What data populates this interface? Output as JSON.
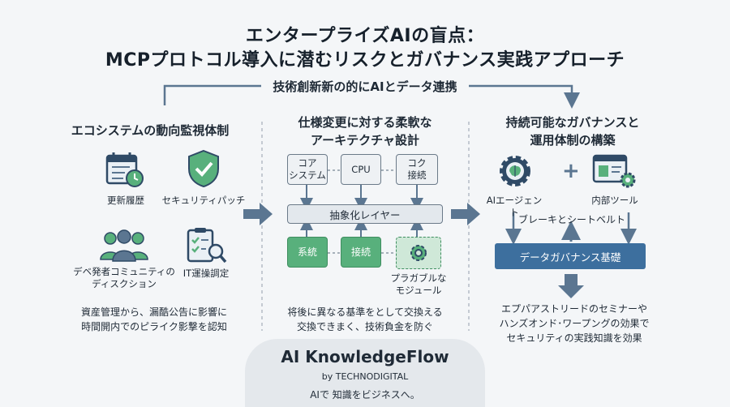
{
  "header": {
    "title_line1": "エンタープライズAIの盲点：",
    "title_line2": "MCPプロトコル導入に潜むリスクとガバナンス実践アプローチ",
    "flow_label": "技術創新新の的にAIとデータ連携"
  },
  "left": {
    "title": "エコシステムの動向監視体制",
    "icons": [
      {
        "label": "更新履歴",
        "icon": "calendar-clock-icon"
      },
      {
        "label": "セキュリティパッチ",
        "icon": "shield-check-icon"
      },
      {
        "label": "デベ発者コミュニティのディスクション",
        "icon": "community-icon"
      },
      {
        "label": "IT運操調定",
        "icon": "checklist-magnifier-icon"
      }
    ],
    "desc_line1": "資産管理から、漏酷公告に影響に",
    "desc_line2": "時間開内でのピライク影撃を認知"
  },
  "middle": {
    "title_line1": "仕様変更に対する柔軟な",
    "title_line2": "アーキテクチャ設計",
    "top_boxes": [
      "コア\nシステム",
      "CPU",
      "コク\n接続"
    ],
    "layer": "抽象化レイヤー",
    "bottom_boxes": [
      "系統",
      "接続"
    ],
    "plugin_label": "プラガブルな\nモジュール",
    "desc_line1": "将後に異なる基準をとして交換える",
    "desc_line2": "交換できまく、技術負金を防ぐ"
  },
  "right": {
    "title_line1": "持続可能なガバナンスと",
    "title_line2": "運用体制の構築",
    "agent_label": "AIエージェント",
    "tool_label": "内部ツール",
    "brake_label": "ブレーキとシートベルト",
    "foundation": "データガバナンス基礎",
    "desc_line1": "エプパアストリードのセミナーや",
    "desc_line2": "ハンズオンド･ワープングの効果で",
    "desc_line3": "セキュリティの実践知識を効果"
  },
  "brand": {
    "name": "AI KnowledgeFlow",
    "by": "by TECHNODIGITAL",
    "tagline": "AIで 知識をビジネスへ。"
  },
  "colors": {
    "navy": "#2f4a66",
    "steel": "#5b7691",
    "green": "#58b07c",
    "blue": "#3d6f9e"
  }
}
